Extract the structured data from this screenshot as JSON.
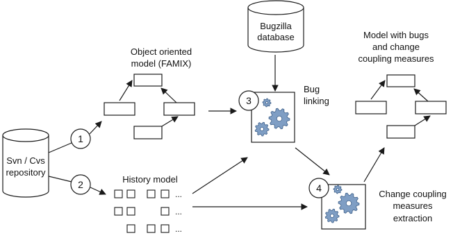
{
  "labels": {
    "repository_line1": "Svn / Cvs",
    "repository_line2": "repository",
    "database_line1": "Bugzilla",
    "database_line2": "database",
    "famix_line1": "Object oriented",
    "famix_line2": "model (FAMIX)",
    "history_model": "History model",
    "bug_linking_line1": "Bug",
    "bug_linking_line2": "linking",
    "result_line1": "Model with bugs",
    "result_line2": "and change",
    "result_line3": "coupling measures",
    "extraction_line1": "Change coupling",
    "extraction_line2": "measures",
    "extraction_line3": "extraction",
    "ellipsis": "..."
  },
  "steps": [
    "1",
    "2",
    "3",
    "4"
  ],
  "colors": {
    "stroke": "#1a1a1a",
    "gear_fill": "#7f9ec4",
    "gear_stroke": "#3d5f88",
    "background": "#ffffff"
  }
}
